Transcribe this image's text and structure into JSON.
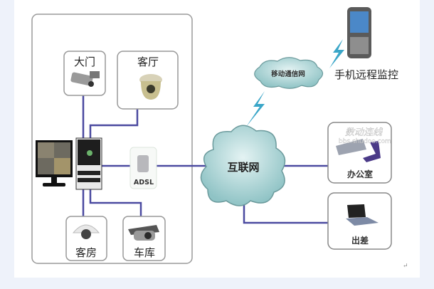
{
  "diagram": {
    "cameras": [
      {
        "label": "大门",
        "icon": "bullet-camera-icon"
      },
      {
        "label": "客厅",
        "icon": "dome-ptz-camera-icon"
      },
      {
        "label": "客房",
        "icon": "dome-camera-icon"
      },
      {
        "label": "车库",
        "icon": "bullet-camera-icon"
      }
    ],
    "adsl_label": "ADSL",
    "internet_label": "互联网",
    "mobile_network_label": "移动通信网",
    "phone_label": "手机远程监控",
    "office_label": "办公室",
    "travel_label": "出差",
    "watermark": {
      "text": "数动连线",
      "url": "bbs.shudoo.com"
    },
    "return_mark": "↵",
    "colors": {
      "line": "#4b4aa0",
      "cloud": "#a9d3d3",
      "lightning": "#3aa6c8",
      "page": "#eef2fa"
    }
  }
}
